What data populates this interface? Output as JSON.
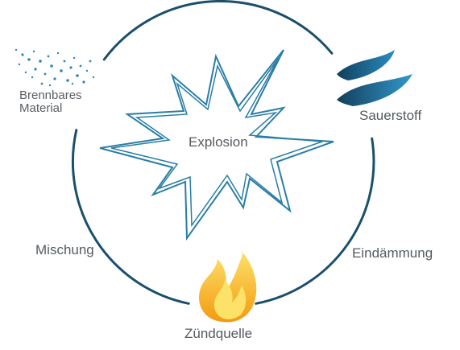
{
  "labels": {
    "material_line1": "Brennbares",
    "material_line2": "Material",
    "oxygen": "Sauerstoff",
    "center": "Explosion",
    "mixing": "Mischung",
    "containment": "Eindämmung",
    "ignition": "Zündquelle"
  },
  "icons": {
    "material": "dust-particles-icon",
    "oxygen": "oxygen-waves-icon",
    "center": "explosion-burst-icon",
    "ignition": "flame-icon"
  },
  "colors": {
    "circle": "#1b4f6b",
    "burst_outline": "#2a7ea6",
    "dust": "#2e86b8",
    "wave_dark": "#134a68",
    "wave_light": "#2d8fc0",
    "flame_outer": "#f6a318",
    "flame_inner": "#fde26a",
    "text": "#555b60"
  }
}
